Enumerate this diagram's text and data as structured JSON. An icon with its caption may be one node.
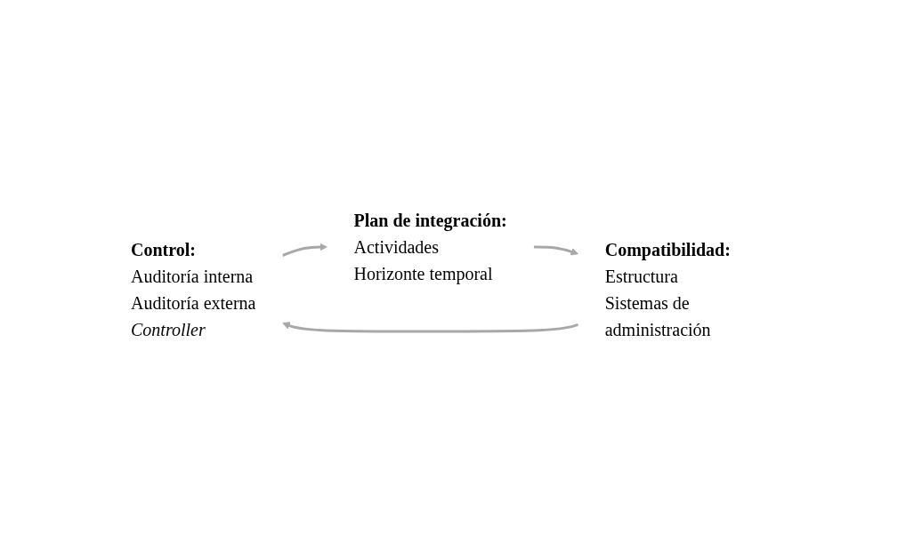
{
  "diagram": {
    "nodes": [
      {
        "text": [
          "Control:",
          "Auditoría interna",
          "Auditoría externa",
          "Controller"
        ]
      },
      {
        "text": [
          "Plan de integración:",
          "Actividades",
          "Horizonte temporal"
        ]
      },
      {
        "text": [
          "Compatibilidad:",
          "Estructura",
          "Sistemas de administración"
        ]
      }
    ],
    "edges": [
      {
        "from": 0,
        "to": 1,
        "arrow": "to"
      },
      {
        "from": 1,
        "to": 2,
        "arrow": "to"
      },
      {
        "from": 2,
        "to": 0,
        "arrow": "to"
      }
    ]
  }
}
